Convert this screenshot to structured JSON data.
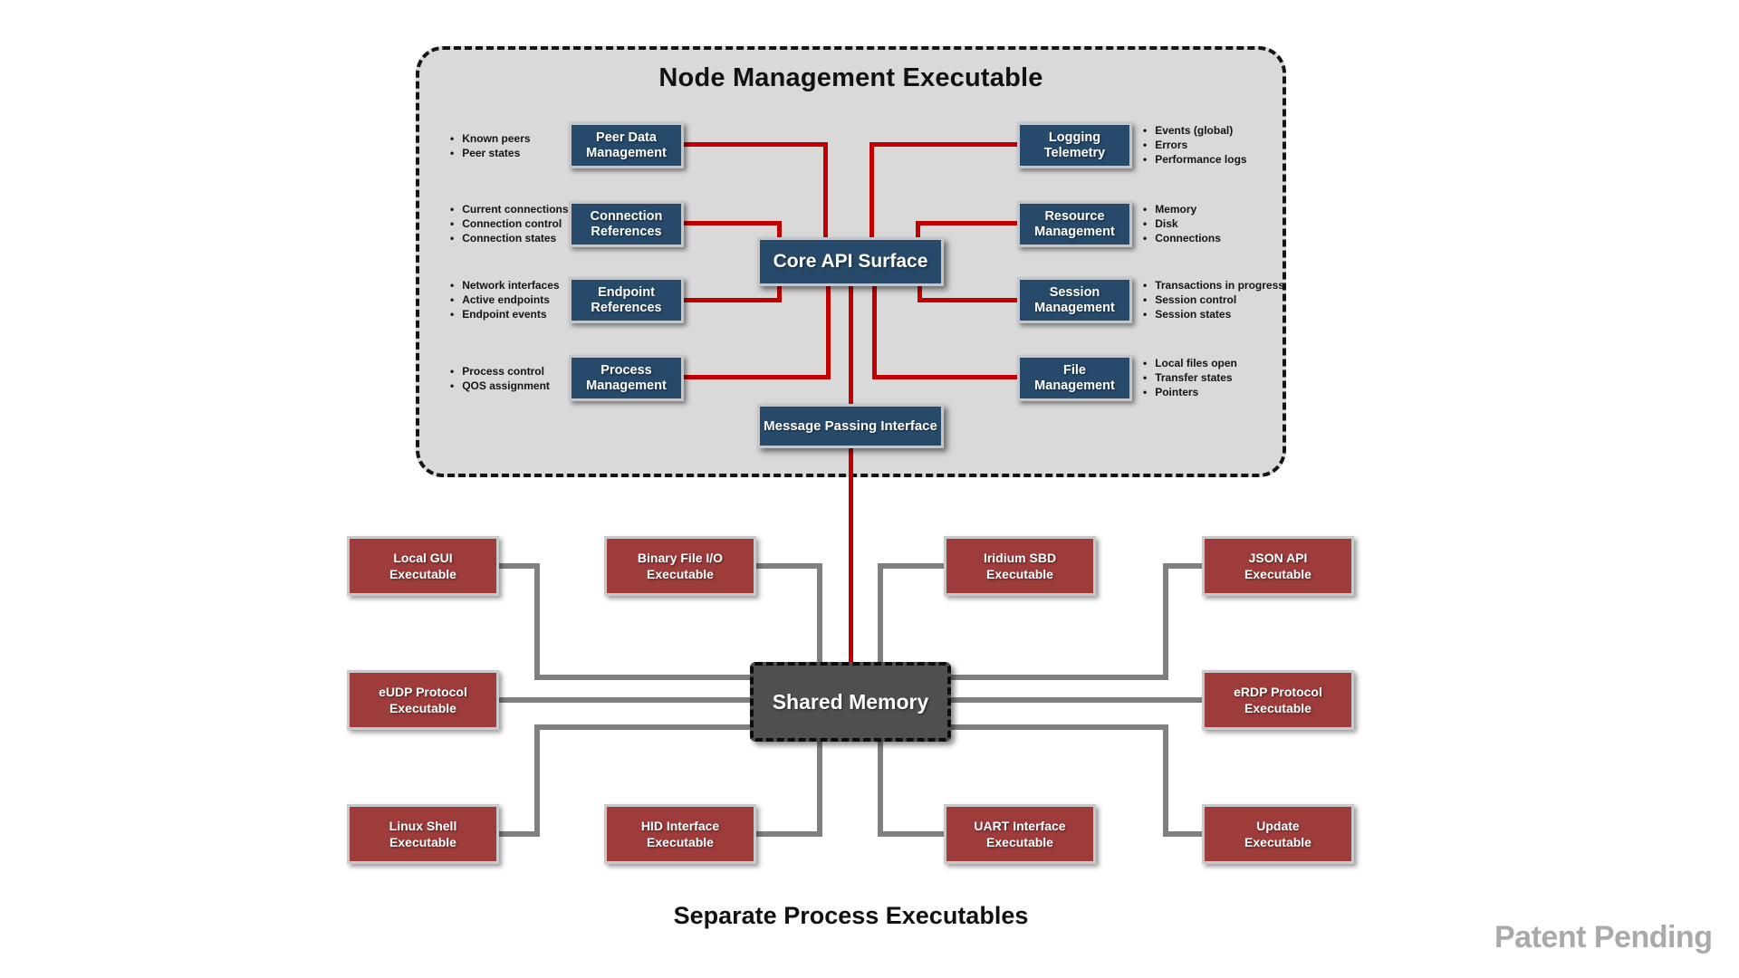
{
  "container": {
    "title": "Node Management Executable"
  },
  "core": {
    "api_surface": "Core API Surface",
    "mpi": "Message Passing Interface",
    "shared_memory": "Shared Memory"
  },
  "modules": {
    "left": [
      {
        "line1": "Peer Data",
        "line2": "Management",
        "bullets": [
          "Known peers",
          "Peer states"
        ]
      },
      {
        "line1": "Connection",
        "line2": "References",
        "bullets": [
          "Current connections",
          "Connection control",
          "Connection states"
        ]
      },
      {
        "line1": "Endpoint",
        "line2": "References",
        "bullets": [
          "Network interfaces",
          "Active endpoints",
          "Endpoint events"
        ]
      },
      {
        "line1": "Process",
        "line2": "Management",
        "bullets": [
          "Process control",
          "QOS assignment"
        ]
      }
    ],
    "right": [
      {
        "line1": "Logging",
        "line2": "Telemetry",
        "bullets": [
          "Events (global)",
          "Errors",
          "Performance logs"
        ]
      },
      {
        "line1": "Resource",
        "line2": "Management",
        "bullets": [
          "Memory",
          "Disk",
          "Connections"
        ]
      },
      {
        "line1": "Session",
        "line2": "Management",
        "bullets": [
          "Transactions in progress",
          "Session control",
          "Session states"
        ]
      },
      {
        "line1": "File",
        "line2": "Management",
        "bullets": [
          "Local files open",
          "Transfer states",
          "Pointers"
        ]
      }
    ]
  },
  "executables": [
    {
      "line1": "Local GUI",
      "line2": "Executable"
    },
    {
      "line1": "Binary File I/O",
      "line2": "Executable"
    },
    {
      "line1": "Iridium SBD",
      "line2": "Executable"
    },
    {
      "line1": "JSON API",
      "line2": "Executable"
    },
    {
      "line1": "eUDP Protocol",
      "line2": "Executable"
    },
    {
      "line1": "eRDP Protocol",
      "line2": "Executable"
    },
    {
      "line1": "Linux Shell",
      "line2": "Executable"
    },
    {
      "line1": "HID Interface",
      "line2": "Executable"
    },
    {
      "line1": "UART Interface",
      "line2": "Executable"
    },
    {
      "line1": "Update",
      "line2": "Executable"
    }
  ],
  "footer": {
    "caption": "Separate Process Executables",
    "watermark": "Patent Pending"
  },
  "colors": {
    "module_box": "#274a6b",
    "executable_box": "#9e3b3b",
    "container_fill": "#d9d9d9",
    "shared_memory_fill": "#4f4f4f",
    "api_connector": "#c00000",
    "memory_connector": "#7f7f7f"
  }
}
